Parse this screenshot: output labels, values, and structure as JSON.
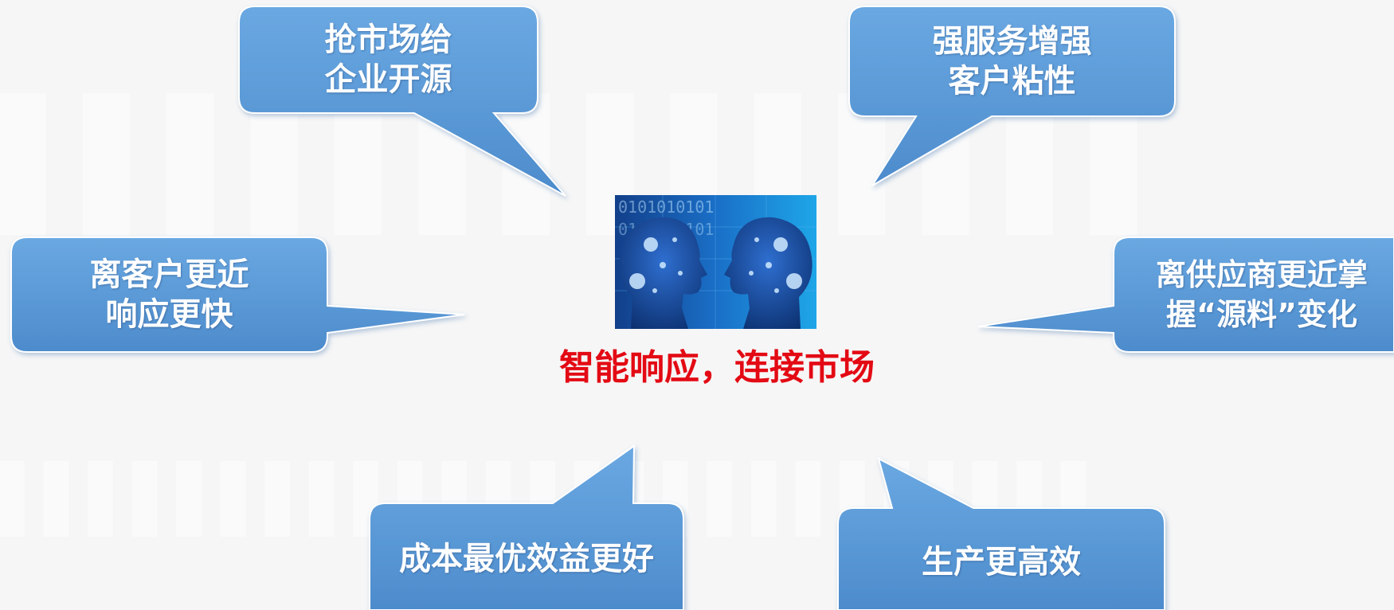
{
  "center": {
    "caption": "智能响应，连接市场",
    "image_icon": "two-heads-binary-icon",
    "binary_text": "0101010101"
  },
  "bubbles": [
    {
      "id": "market",
      "lines": [
        "抢市场给",
        "企业开源"
      ]
    },
    {
      "id": "service",
      "lines": [
        "强服务增强",
        "客户粘性"
      ]
    },
    {
      "id": "customer",
      "lines": [
        "离客户更近",
        "响应更快"
      ]
    },
    {
      "id": "supplier",
      "lines": [
        "离供应商更近掌",
        "握“源料”变化"
      ]
    },
    {
      "id": "cost",
      "lines": [
        "成本最优效益更好"
      ]
    },
    {
      "id": "production",
      "lines": [
        "生产更高效"
      ]
    }
  ],
  "colors": {
    "bubble_fill": "#5d9dd9",
    "bubble_stroke": "#4a88c8",
    "caption": "#e30a14",
    "image_bg": "#0d4f9a"
  }
}
